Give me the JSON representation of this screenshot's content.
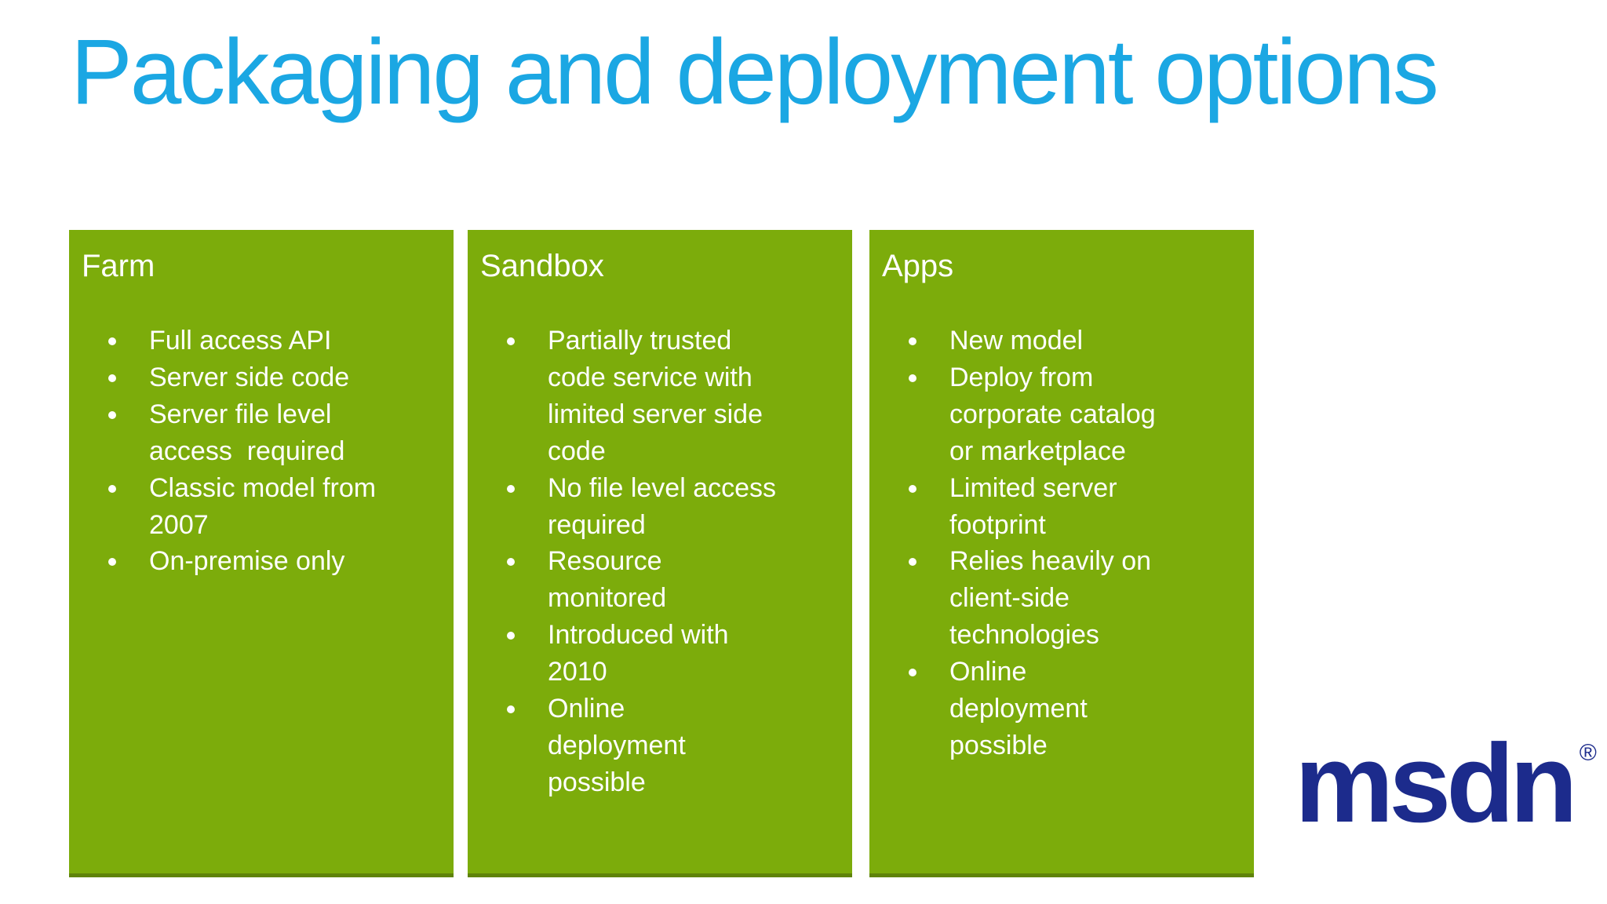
{
  "slide": {
    "title": "Packaging and deployment options",
    "columns": [
      {
        "header": "Farm",
        "bullets": [
          "Full access API",
          "Server side code",
          "Server file level\naccess  required",
          "Classic model from\n2007",
          "On-premise only"
        ]
      },
      {
        "header": "Sandbox",
        "bullets": [
          "Partially trusted\ncode service with\nlimited server side\ncode",
          "No file level access\nrequired",
          "Resource\nmonitored",
          "Introduced with\n2010",
          "Online\ndeployment\npossible"
        ]
      },
      {
        "header": "Apps",
        "bullets": [
          "New model",
          "Deploy from\ncorporate catalog\nor marketplace",
          "Limited server\nfootprint",
          "Relies heavily on\nclient-side\ntechnologies",
          "Online\ndeployment\npossible"
        ]
      }
    ],
    "logo": {
      "text": "msdn",
      "registered_mark": "®"
    },
    "colors": {
      "title_blue": "#1BA7E3",
      "box_green": "#7CAC0B",
      "box_green_bottom_edge": "#5F830A",
      "logo_blue": "#1C2B8C",
      "text_white": "#FFFFFF",
      "background": "#FFFFFF"
    }
  }
}
